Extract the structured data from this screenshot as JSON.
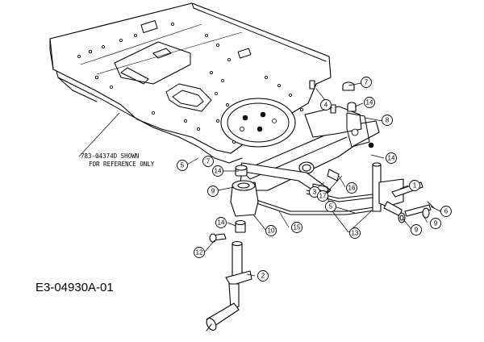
{
  "diagram_id": "E3-04930A-01",
  "reference_note": [
    "783-04374D SHOWN",
    "FOR REFERENCE ONLY"
  ],
  "callouts": [
    {
      "id": "c7a",
      "label": "7"
    },
    {
      "id": "c4",
      "label": "4"
    },
    {
      "id": "c14a",
      "label": "14"
    },
    {
      "id": "c8",
      "label": "8"
    },
    {
      "id": "c5a",
      "label": "5"
    },
    {
      "id": "c7b",
      "label": "7"
    },
    {
      "id": "c14b",
      "label": "14"
    },
    {
      "id": "c9a",
      "label": "9"
    },
    {
      "id": "c3",
      "label": "3"
    },
    {
      "id": "c17",
      "label": "17"
    },
    {
      "id": "c16",
      "label": "16"
    },
    {
      "id": "c14c",
      "label": "14"
    },
    {
      "id": "c5b",
      "label": "5"
    },
    {
      "id": "c1",
      "label": "1"
    },
    {
      "id": "c6",
      "label": "6"
    },
    {
      "id": "c9b",
      "label": "9"
    },
    {
      "id": "c9c",
      "label": "9"
    },
    {
      "id": "c15",
      "label": "15"
    },
    {
      "id": "c10",
      "label": "10"
    },
    {
      "id": "c13",
      "label": "13"
    },
    {
      "id": "c14d",
      "label": "14"
    },
    {
      "id": "c12",
      "label": "12"
    },
    {
      "id": "c2",
      "label": "2"
    }
  ]
}
